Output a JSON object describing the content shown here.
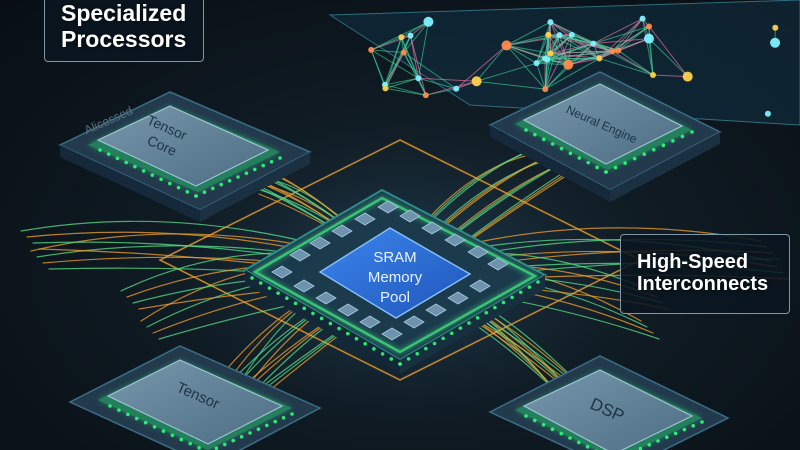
{
  "callouts": {
    "specialized": {
      "line1": "Specialized",
      "line2": "Processors"
    },
    "interconnects": {
      "line1": "High-Speed",
      "line2": "Interconnects"
    }
  },
  "chips": {
    "tensor_core": {
      "line1": "Tensor",
      "line2": "Core"
    },
    "neural_engine": {
      "label": "Neural Engine"
    },
    "tensor_bottom": {
      "label": "Tensor"
    },
    "dsp": {
      "label": "DSP"
    }
  },
  "center_chip": {
    "line1": "SRAM",
    "line2": "Memory",
    "line3": "Pool"
  },
  "board_label": "Alicessed",
  "colors": {
    "board_bg": "#0f1a22",
    "chip_face": "#5d7f96",
    "chip_glow": "#2cff7a",
    "center_chip_face": "#2d6fd6",
    "trace_orange": "#f2a22c",
    "trace_green": "#58e08a",
    "network_node": "#ff8a4c",
    "network_line": "#3fd8a0"
  }
}
